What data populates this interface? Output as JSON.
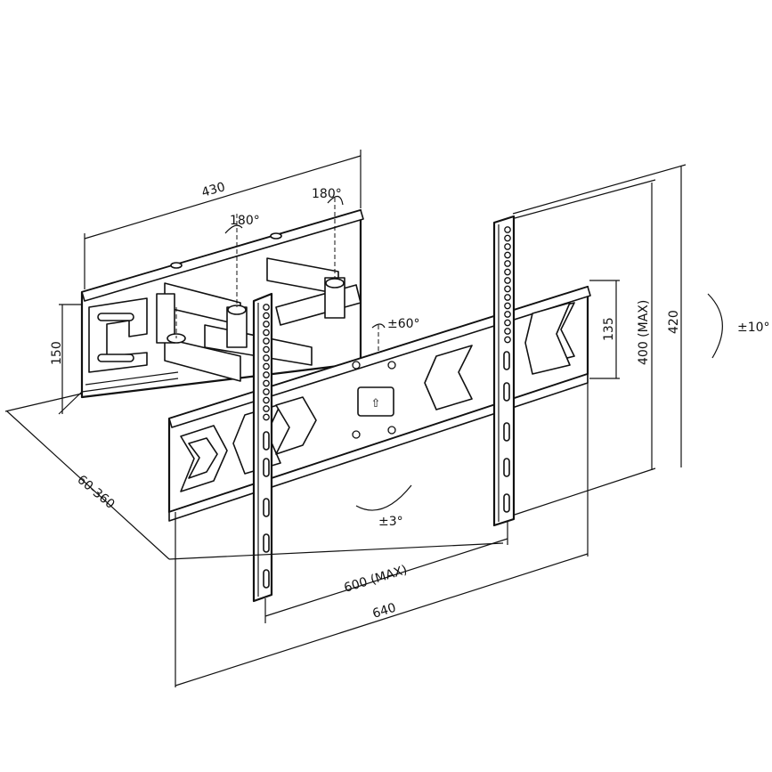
{
  "diagram": {
    "labels": {
      "width_wall": "430",
      "height_wall": "150",
      "swivel_left": "180°",
      "swivel_right": "180°",
      "swivel_pivot": "±60°",
      "depth": "60-360",
      "vesa_vertical_135": "135",
      "vesa_vertical_max": "400 (MAX)",
      "plate_height": "420",
      "tilt": "±10°",
      "rotation": "±3°",
      "vesa_horizontal_max": "600 (MAX)",
      "plate_width": "640"
    },
    "colors": {
      "line": "#111111",
      "background": "#ffffff"
    }
  }
}
